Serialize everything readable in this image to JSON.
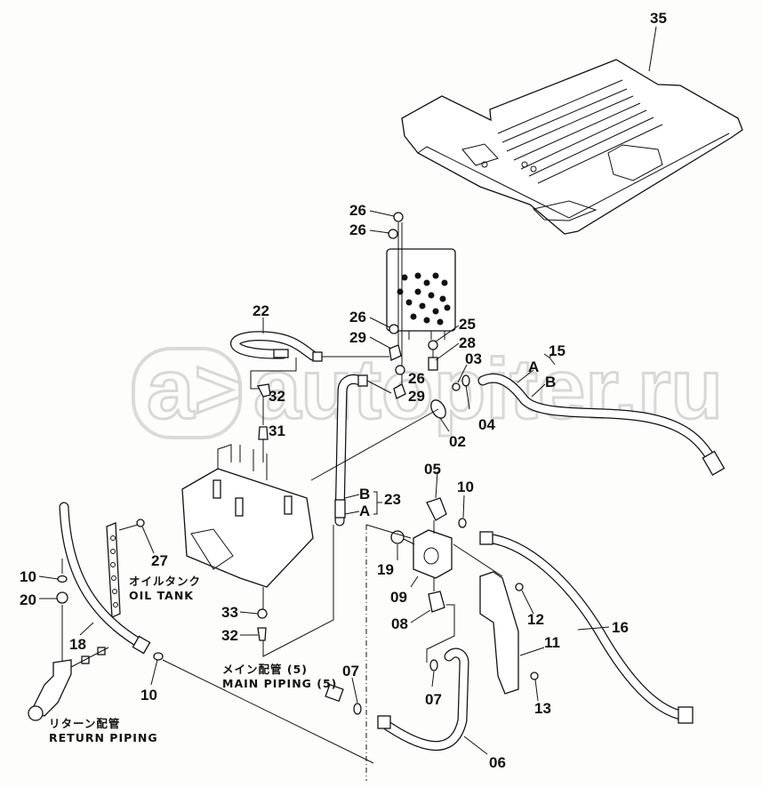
{
  "watermark": {
    "mark": "a>",
    "text": "autopiter.ru"
  },
  "captions": {
    "oil_tank_jp": "オイルタンク",
    "oil_tank_en": "OIL TANK",
    "main_piping_jp": "メイン配管 (5)",
    "main_piping_en": "MAIN PIPING (5)",
    "return_piping_jp": "リターン配管",
    "return_piping_en": "RETURN PIPING"
  },
  "callouts": {
    "p35": "35",
    "p26a": "26",
    "p26b": "26",
    "p26c": "26",
    "p26d": "26",
    "p22": "22",
    "p29a": "29",
    "p29b": "29",
    "p25": "25",
    "p28": "28",
    "p03": "03",
    "p04": "04",
    "p02": "02",
    "p15": "15",
    "p15a": "A",
    "p15b": "B",
    "p32a": "32",
    "p31": "31",
    "p23": "23",
    "p23a": "A",
    "p23b": "B",
    "p05": "05",
    "p10a": "10",
    "p19": "19",
    "p09": "09",
    "p08": "08",
    "p12": "12",
    "p11": "11",
    "p13": "13",
    "p16": "16",
    "p27": "27",
    "p10b": "10",
    "p20": "20",
    "p18": "18",
    "p10c": "10",
    "p33": "33",
    "p32b": "32",
    "p07a": "07",
    "p07b": "07",
    "p06": "06"
  }
}
